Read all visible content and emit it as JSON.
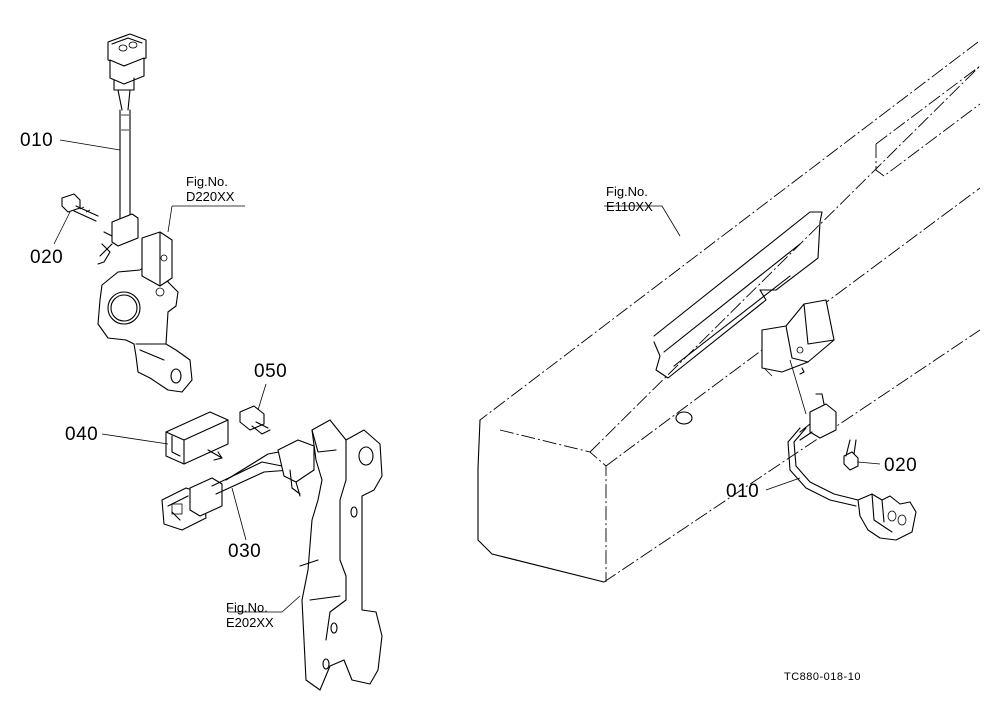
{
  "callouts": {
    "left_010": "010",
    "left_020": "020",
    "left_030": "030",
    "left_040": "040",
    "left_050": "050",
    "right_010": "010",
    "right_020": "020"
  },
  "figrefs": {
    "d220": {
      "line1": "Fig.No.",
      "line2": "D220XX"
    },
    "e202": {
      "line1": "Fig.No.",
      "line2": "E202XX"
    },
    "e110": {
      "line1": "Fig.No.",
      "line2": "E110XX"
    }
  },
  "drawing_code": "TC880-018-10"
}
